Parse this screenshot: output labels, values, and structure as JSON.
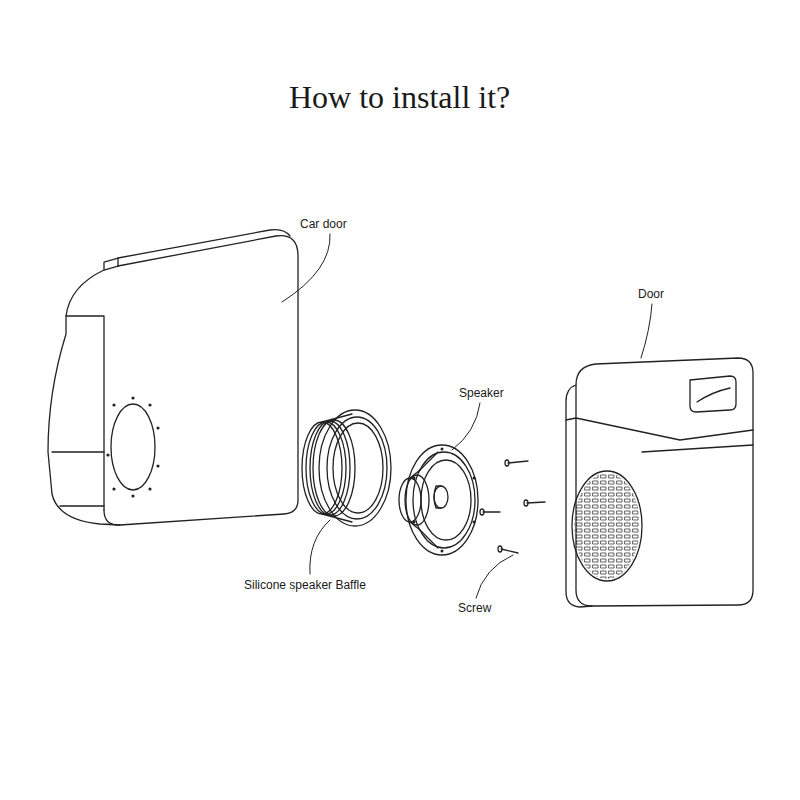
{
  "diagram": {
    "title": "How to install it?",
    "labels": [
      "Car door",
      "Door",
      "Speaker",
      "Silicone speaker Baffle",
      "Screw"
    ]
  }
}
